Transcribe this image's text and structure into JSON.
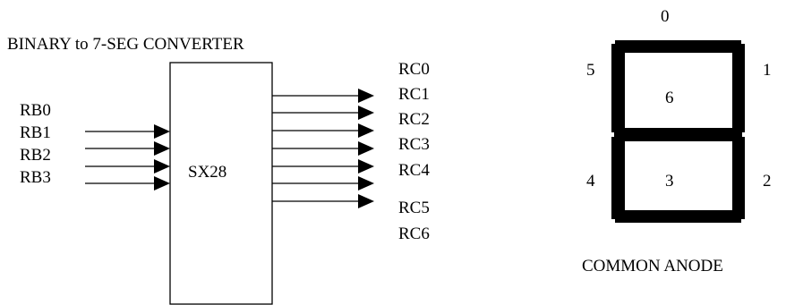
{
  "title": "BINARY to 7-SEG CONVERTER",
  "chip": {
    "label": "SX28"
  },
  "inputs": [
    "RB0",
    "RB1",
    "RB2",
    "RB3"
  ],
  "outputs": [
    "RC0",
    "RC1",
    "RC2",
    "RC3",
    "RC4",
    "RC5",
    "RC6"
  ],
  "display": {
    "segments": {
      "top": "0",
      "upper_right": "1",
      "lower_right": "2",
      "bottom": "3",
      "lower_left": "4",
      "upper_left": "5",
      "middle": "6"
    },
    "caption": "COMMON ANODE"
  },
  "colors": {
    "ink": "#000000",
    "background": "#ffffff"
  }
}
